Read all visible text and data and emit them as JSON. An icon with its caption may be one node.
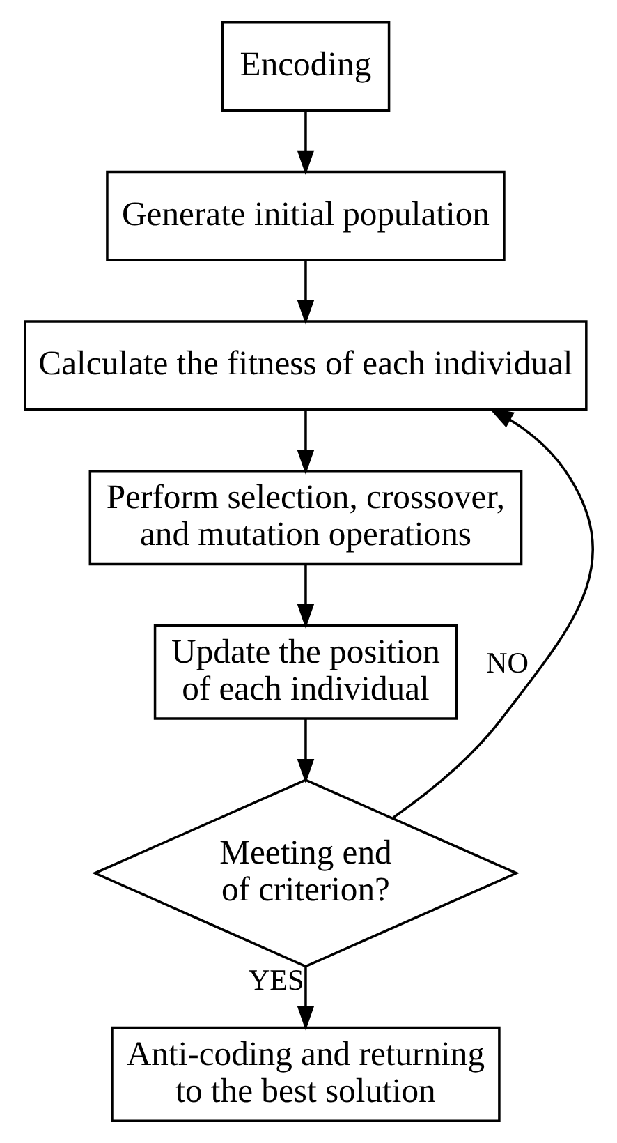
{
  "diagram": {
    "nodes": [
      {
        "text": [
          "Encoding"
        ]
      },
      {
        "text": [
          "Generate initial population"
        ]
      },
      {
        "text": [
          "Calculate the fitness of each individual"
        ]
      },
      {
        "text": [
          "Perform selection, crossover, and mutation operations"
        ]
      },
      {
        "text": [
          "Update the position of each individual"
        ]
      },
      {
        "text": [
          "Meeting end of criterion?"
        ]
      },
      {
        "text": [
          "Anti-coding and returning to the best solution"
        ]
      }
    ],
    "edges": [
      {
        "from": 0,
        "to": 1,
        "arrow": "to"
      },
      {
        "from": 1,
        "to": 2,
        "arrow": "to"
      },
      {
        "from": 2,
        "to": 3,
        "arrow": "to"
      },
      {
        "from": 3,
        "to": 4,
        "arrow": "to"
      },
      {
        "from": 4,
        "to": 5,
        "arrow": "to"
      },
      {
        "from": 5,
        "to": 2,
        "arrow": "to",
        "label": "NO"
      },
      {
        "from": 5,
        "to": 6,
        "arrow": "to",
        "label": "YES"
      }
    ]
  }
}
